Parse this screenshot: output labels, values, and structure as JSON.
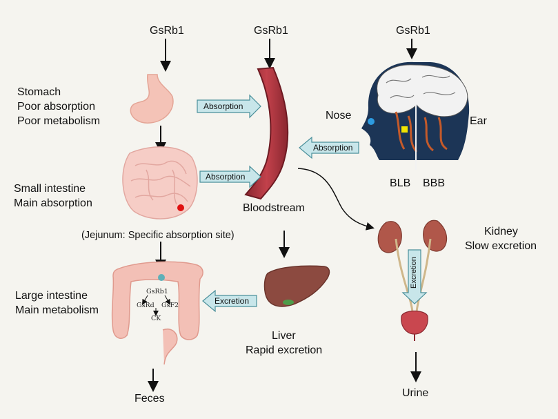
{
  "gsrb1_top": [
    "GsRb1",
    "GsRb1",
    "GsRb1"
  ],
  "stomach": {
    "title": "Stomach",
    "line1": "Poor absorption",
    "line2": "Poor metabolism"
  },
  "small_intestine": {
    "title": "Small intestine",
    "line1": "Main absorption"
  },
  "jejunum_note": "(Jejunum: Specific absorption site)",
  "large_intestine": {
    "title": "Large intestine",
    "line1": "Main metabolism",
    "metabolites": [
      "GsRb1",
      "GsRd",
      "GsF2",
      "CK"
    ]
  },
  "feces": "Feces",
  "bloodstream": "Bloodstream",
  "liver": {
    "title": "Liver",
    "line1": "Rapid excretion"
  },
  "brain": {
    "nose": "Nose",
    "ear": "Ear",
    "blb": "BLB",
    "bbb": "BBB"
  },
  "kidney": {
    "title": "Kidney",
    "line1": "Slow excretion"
  },
  "urine": "Urine",
  "arrows": {
    "absorption": "Absorption",
    "excretion": "Excretion"
  },
  "colors": {
    "vessel": "#b0343f",
    "vessel_edge": "#7a1f28",
    "arrow_fill": "#c8e6ea",
    "arrow_edge": "#4a8f9a",
    "organ_pink": "#f6c4bb",
    "liver": "#8c4a40",
    "head": "#1c3556"
  }
}
